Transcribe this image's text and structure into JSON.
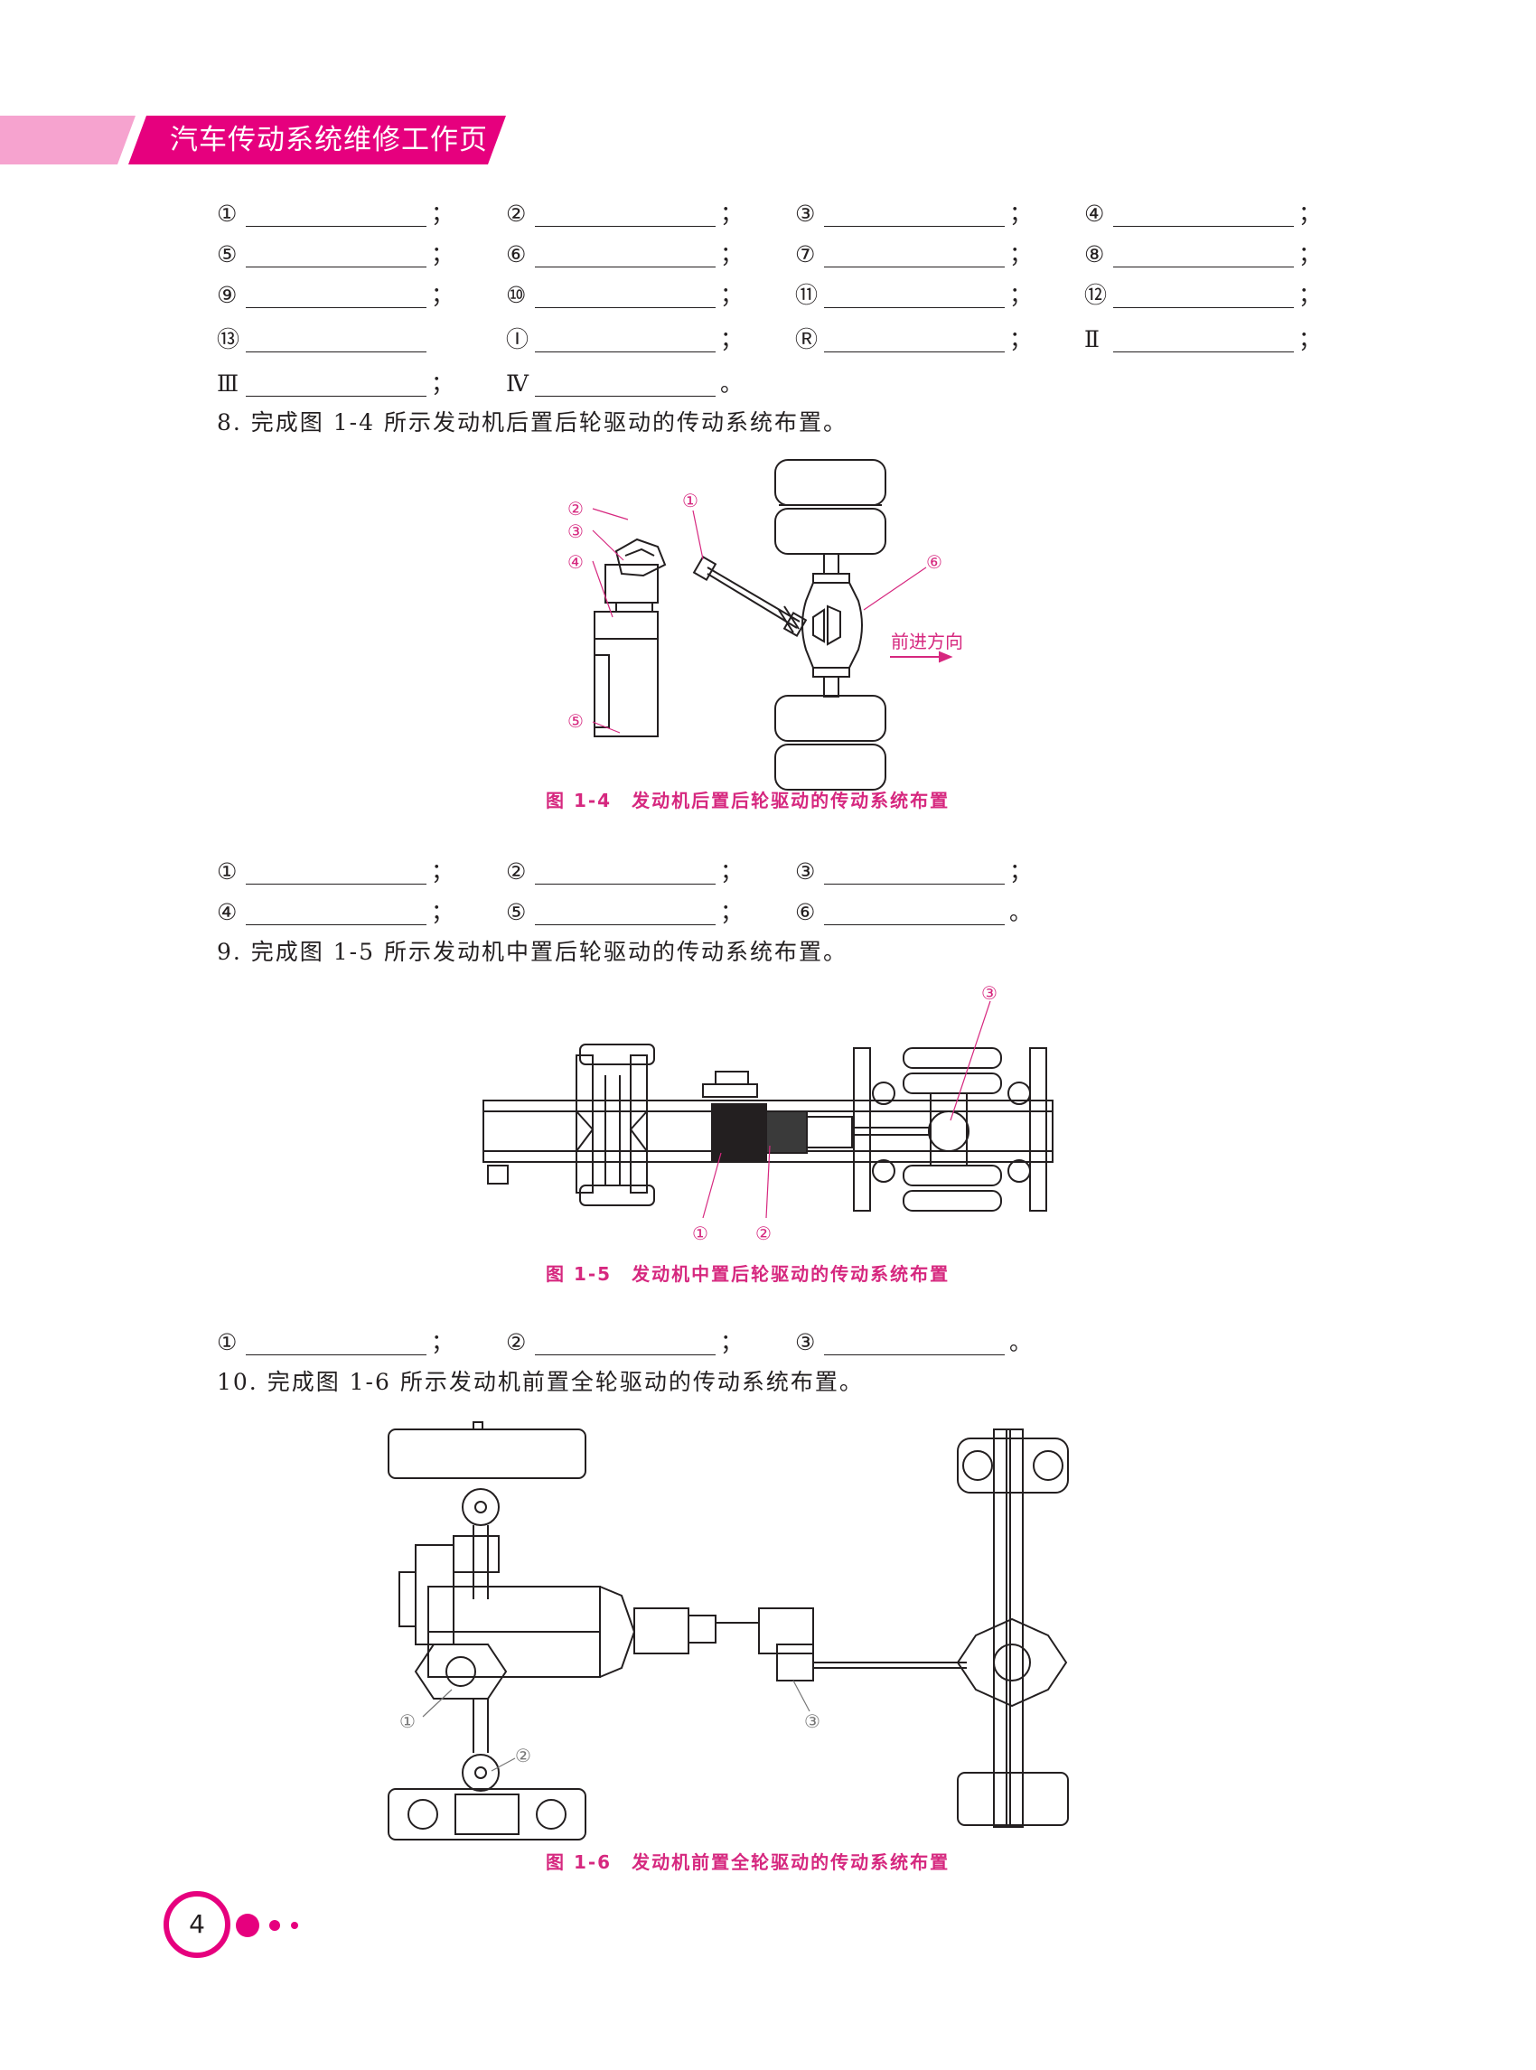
{
  "header": {
    "title": "汽车传动系统维修工作页"
  },
  "blanks_group1": [
    {
      "row": [
        {
          "num": "①",
          "punct": "；"
        },
        {
          "num": "②",
          "punct": "；"
        },
        {
          "num": "③",
          "punct": "；"
        },
        {
          "num": "④",
          "punct": "；"
        }
      ]
    },
    {
      "row": [
        {
          "num": "⑤",
          "punct": "；"
        },
        {
          "num": "⑥",
          "punct": "；"
        },
        {
          "num": "⑦",
          "punct": "；"
        },
        {
          "num": "⑧",
          "punct": "；"
        }
      ]
    },
    {
      "row": [
        {
          "num": "⑨",
          "punct": "；"
        },
        {
          "num": "⑩",
          "punct": "；"
        },
        {
          "num": "⑪",
          "punct": "；"
        },
        {
          "num": "⑫",
          "punct": "；"
        }
      ]
    },
    {
      "row": [
        {
          "num": "⑬",
          "punct": ""
        },
        {
          "num": "Ⓘ",
          "punct": "；"
        },
        {
          "num": "Ⓡ",
          "punct": "；"
        },
        {
          "num": "Ⅱ",
          "punct": "；"
        }
      ]
    },
    {
      "row": [
        {
          "num": "Ⅲ",
          "punct": "；"
        },
        {
          "num": "Ⅳ",
          "punct": "。"
        }
      ]
    }
  ],
  "q8": {
    "text": "8. 完成图 1-4 所示发动机后置后轮驱动的传动系统布置。",
    "fig": {
      "labels": [
        "①",
        "②",
        "③",
        "④",
        "⑤",
        "⑥"
      ],
      "direction": "前进方向",
      "caption_no": "图 1-4",
      "caption_text": "发动机后置后轮驱动的传动系统布置"
    },
    "blanks": [
      {
        "row": [
          {
            "num": "①",
            "punct": "；"
          },
          {
            "num": "②",
            "punct": "；"
          },
          {
            "num": "③",
            "punct": "；"
          }
        ]
      },
      {
        "row": [
          {
            "num": "④",
            "punct": "；"
          },
          {
            "num": "⑤",
            "punct": "；"
          },
          {
            "num": "⑥",
            "punct": "。"
          }
        ]
      }
    ]
  },
  "q9": {
    "text": "9. 完成图 1-5 所示发动机中置后轮驱动的传动系统布置。",
    "fig": {
      "labels": [
        "①",
        "②",
        "③"
      ],
      "caption_no": "图 1-5",
      "caption_text": "发动机中置后轮驱动的传动系统布置"
    },
    "blanks": [
      {
        "row": [
          {
            "num": "①",
            "punct": "；"
          },
          {
            "num": "②",
            "punct": "；"
          },
          {
            "num": "③",
            "punct": "。"
          }
        ]
      }
    ]
  },
  "q10": {
    "text": "10. 完成图 1-6 所示发动机前置全轮驱动的传动系统布置。",
    "fig": {
      "labels": [
        "①",
        "②",
        "③"
      ],
      "caption_no": "图 1-6",
      "caption_text": "发动机前置全轮驱动的传动系统布置"
    }
  },
  "footer": {
    "page_number": "4"
  },
  "colors": {
    "accent": "#e6007e",
    "caption": "#d6287f",
    "band_light": "#f48fc4"
  }
}
